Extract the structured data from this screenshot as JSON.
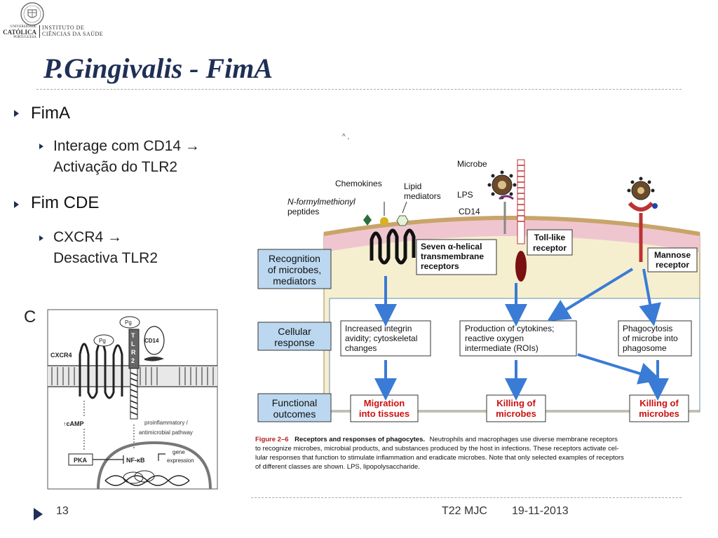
{
  "header": {
    "logo_left_lines": [
      "UNIVERSIDADE",
      "CATÓLICA",
      "PORTUGUESA"
    ],
    "logo_right_lines": [
      "INSTITUTO DE",
      "CIÊNCIAS DA SAÚDE"
    ],
    "title": "P.Gingivalis - FimA"
  },
  "bullets": [
    {
      "text": "FimA",
      "sub": [
        "Interage com CD14 →",
        "Activação do TLR2"
      ]
    },
    {
      "text": "Fim CDE",
      "sub": [
        "CXCR4 →",
        "Desactiva TLR2"
      ]
    }
  ],
  "figure_left": {
    "panel_letter": "C",
    "labels": {
      "cxcr4": "CXCR4",
      "pg1": "Pg",
      "pg2": "Pg",
      "cd14": "CD14",
      "tlr2": [
        "T",
        "L",
        "R",
        "2"
      ],
      "camp": "↑cAMP",
      "pathway": [
        "proinflammatory /",
        "antimicrobial pathway"
      ],
      "pka": "PKA",
      "nfkb": "NF-κB",
      "gene": [
        "gene",
        "expression"
      ]
    }
  },
  "figure_right": {
    "top_label": "^   ,",
    "labels": {
      "microbe": "Microbe",
      "chemokines": "Chemokines",
      "lipid": [
        "Lipid",
        "mediators"
      ],
      "lps": "LPS",
      "nformyl": [
        "N-formylmethionyl",
        "peptides"
      ],
      "cd14": "CD14",
      "tlr": [
        "Toll-like",
        "receptor"
      ],
      "seven": [
        "Seven α-helical",
        "transmembrane",
        "receptors"
      ],
      "mannose": [
        "Mannose",
        "receptor"
      ]
    },
    "row_labels": [
      [
        "Recognition",
        "of microbes,",
        "mediators"
      ],
      [
        "Cellular",
        "response"
      ],
      [
        "Functional",
        "outcomes"
      ]
    ],
    "responses": [
      [
        "Increased integrin",
        "avidity; cytoskeletal",
        "changes"
      ],
      [
        "Production of cytokines;",
        "reactive oxygen",
        "intermediate (ROIs)"
      ],
      [
        "Phagocytosis",
        "of microbe into",
        "phagosome"
      ]
    ],
    "outcomes": [
      [
        "Migration",
        "into tissues"
      ],
      [
        "Killing of",
        "microbes"
      ],
      [
        "Killing of",
        "microbes"
      ]
    ],
    "caption": {
      "fig_label": "Figure 2–6",
      "fig_title": "Receptors and responses of phagocytes.",
      "line1": "Neutrophils and macrophages use diverse membrane receptors",
      "line2": "to recognize microbes, microbial products, and substances produced by the host in infections. These receptors activate cel-",
      "line3": "lular responses that function to stimulate inflammation and eradicate microbes. Note that only selected examples of receptors",
      "line4": "of different classes are shown. LPS, lipopolysaccharide."
    }
  },
  "footer": {
    "page_number": "13",
    "course": "T22  MJC",
    "date": "19-11-2013"
  },
  "colors": {
    "title": "#1f2f55",
    "label_box": "#bcd8f0",
    "outcome_red": "#cc1111",
    "arrow_blue": "#3a7bd5",
    "membrane_pink": "#efc6cf",
    "cell_tan": "#f5efcf"
  }
}
